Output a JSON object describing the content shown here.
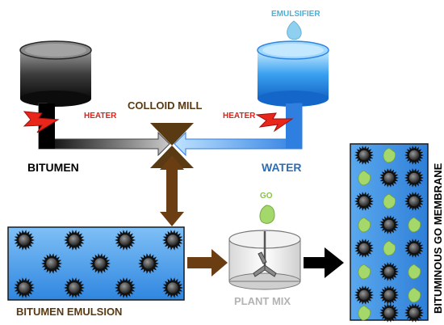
{
  "labels": {
    "emulsifier": "EMULSIFIER",
    "colloid_mill": "COLLOID MILL",
    "heater_left": "HEATER",
    "heater_right": "HEATER",
    "bitumen": "BITUMEN",
    "water": "WATER",
    "go": "GO",
    "plant_mix": "PLANT MIX",
    "bitumen_emulsion": "BITUMEN EMULSION",
    "membrane": "BITUMINOUS GO MEMBRANE"
  },
  "colors": {
    "bitumen_label": "#000000",
    "water_label": "#2e6db4",
    "mill_label": "#5a3a12",
    "heater_label": "#d9261c",
    "emulsifier_label": "#4ab0d8",
    "go_label": "#8bc34a",
    "plant_mix_label": "#b3b3b3",
    "emulsion_label": "#5a3a12",
    "flow_arrow_brown": "#6b3d12",
    "go_flake": "#a5d86b"
  }
}
